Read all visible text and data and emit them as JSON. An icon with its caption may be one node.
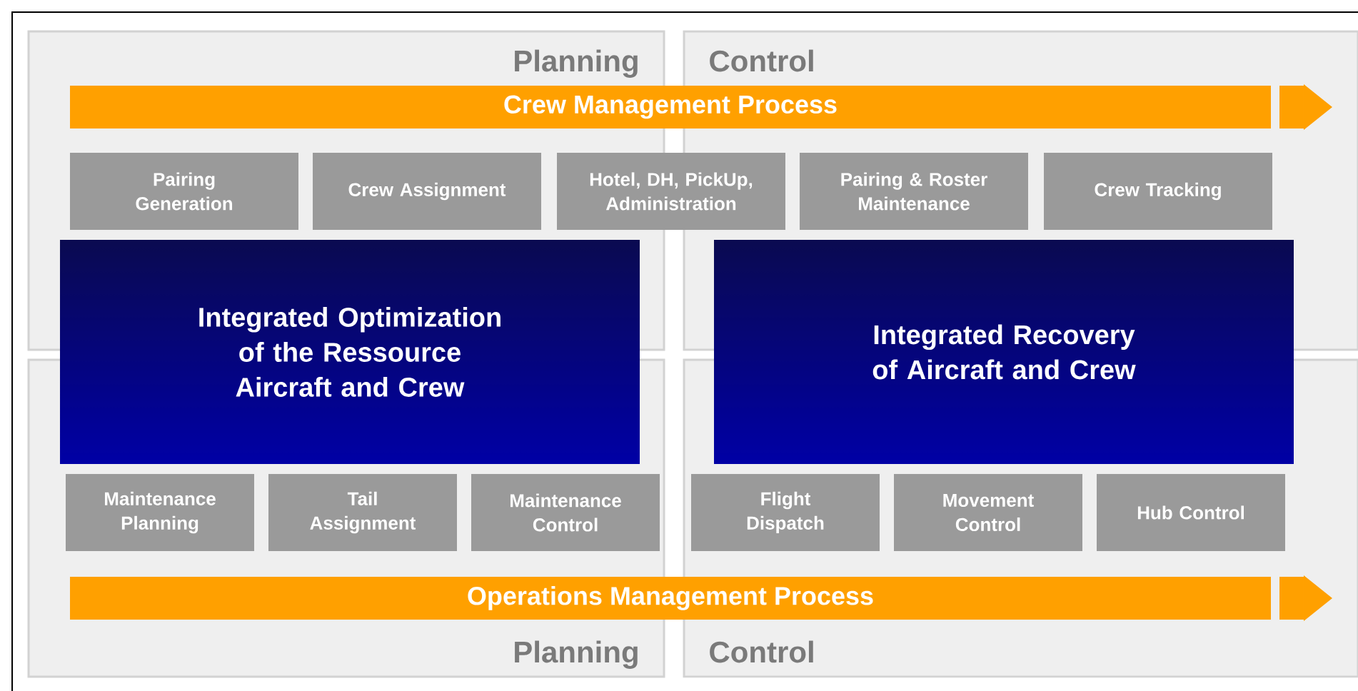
{
  "diagram": {
    "nodes": [
      {
        "text": [
          "Planning"
        ]
      },
      {
        "text": [
          "Control"
        ]
      },
      {
        "text": [
          "Planning"
        ]
      },
      {
        "text": [
          "Control"
        ]
      },
      {
        "text": [
          "Crew Management Process"
        ]
      },
      {
        "text": [
          "Pairing Generation"
        ],
        "in": 0
      },
      {
        "text": [
          "Crew Assignment"
        ],
        "in": 0
      },
      {
        "text": [
          "Hotel, DH, PickUp, Administration"
        ]
      },
      {
        "text": [
          "Pairing & Roster Maintenance"
        ],
        "in": 1
      },
      {
        "text": [
          "Crew Tracking"
        ],
        "in": 1
      },
      {
        "text": [
          "Integrated Optimization of the Ressource Aircraft and Crew"
        ]
      },
      {
        "text": [
          "Integrated Recovery of Aircraft and Crew"
        ]
      },
      {
        "text": [
          "Maintenance Planning"
        ],
        "in": 2
      },
      {
        "text": [
          "Tail Assignment"
        ],
        "in": 2
      },
      {
        "text": [
          "Maintenance Control"
        ],
        "in": 2
      },
      {
        "text": [
          "Flight Dispatch"
        ],
        "in": 3
      },
      {
        "text": [
          "Movement Control"
        ],
        "in": 3
      },
      {
        "text": [
          "Hub Control"
        ],
        "in": 3
      },
      {
        "text": [
          "Operations Management Process"
        ]
      }
    ]
  }
}
